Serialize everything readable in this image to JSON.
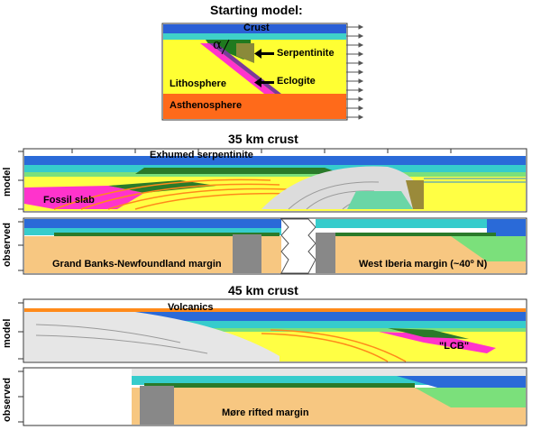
{
  "titles": {
    "starting_model": "Starting model:",
    "crust35": "35 km crust",
    "crust45": "45 km crust"
  },
  "start_model_labels": {
    "crust": "Crust",
    "alpha": "α",
    "serpentinite": "Serpentinite",
    "eclogite": "Eclogite",
    "lithosphere": "Lithosphere",
    "asthenosphere": "Asthenosphere"
  },
  "row_labels": {
    "model": "model",
    "observed": "observed"
  },
  "panel35_model": {
    "exhumed": "Exhumed serpentinite",
    "fossil": "Fossil slab"
  },
  "panel35_observed": {
    "left_margin": "Grand Banks-Newfoundland margin",
    "right_margin": "West Iberia margin (~40º N)"
  },
  "panel45_model": {
    "volcanics": "Volcanics",
    "lcb": "\"LCB\""
  },
  "panel45_observed": {
    "margin": "Møre rifted margin"
  },
  "colors": {
    "crust_blue": "#1f5fd8",
    "crust_cyan": "#33cccc",
    "mantle_yellow": "#ffff33",
    "serpentinite": "#1a7a1a",
    "eclogite": "#ff00cc",
    "asthenosphere": "#ff6600",
    "sediment_tan": "#f5c47a",
    "gray": "#888888"
  }
}
